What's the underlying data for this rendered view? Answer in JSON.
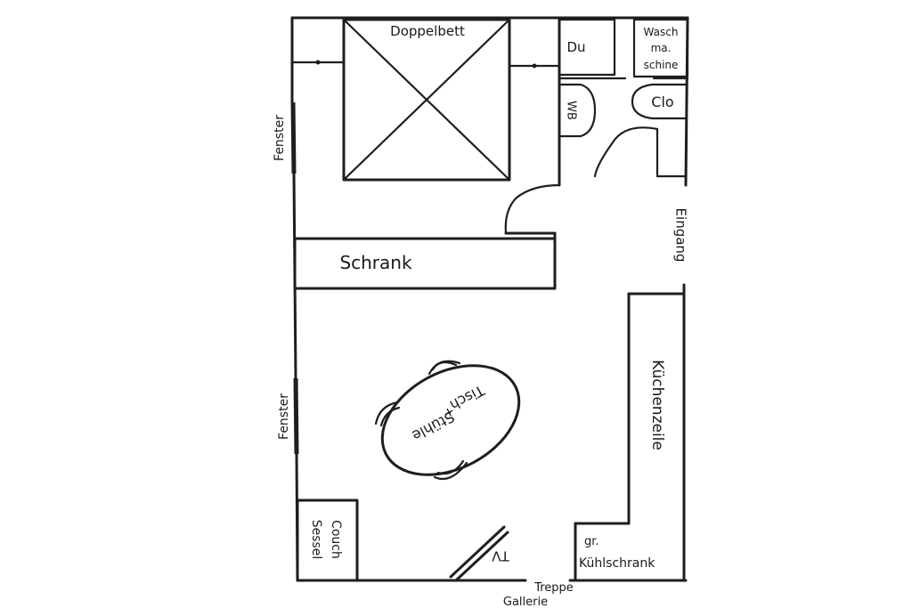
{
  "labels": {
    "doppelbett": "Doppelbett",
    "du": "Du",
    "wasch_line1": "Wasch",
    "wasch_line2": "ma.",
    "wasch_line3": "schine",
    "wb": "WB",
    "clo": "Clo",
    "fenster_top": "Fenster",
    "fenster_bottom": "Fenster",
    "eingang": "Eingang",
    "schrank": "Schrank",
    "tisch_line1": "Tisch",
    "tisch_line2": "+",
    "tisch_line3": "Stühle",
    "kuechenzeile": "Küchenzeile",
    "couch_line1": "Couch",
    "couch_line2": "Sessel",
    "tv": "TV",
    "kuehl_line1": "gr.",
    "kuehl_line2": "Kühlschrank",
    "treppe": "Treppe",
    "gallerie": "Gallerie"
  }
}
